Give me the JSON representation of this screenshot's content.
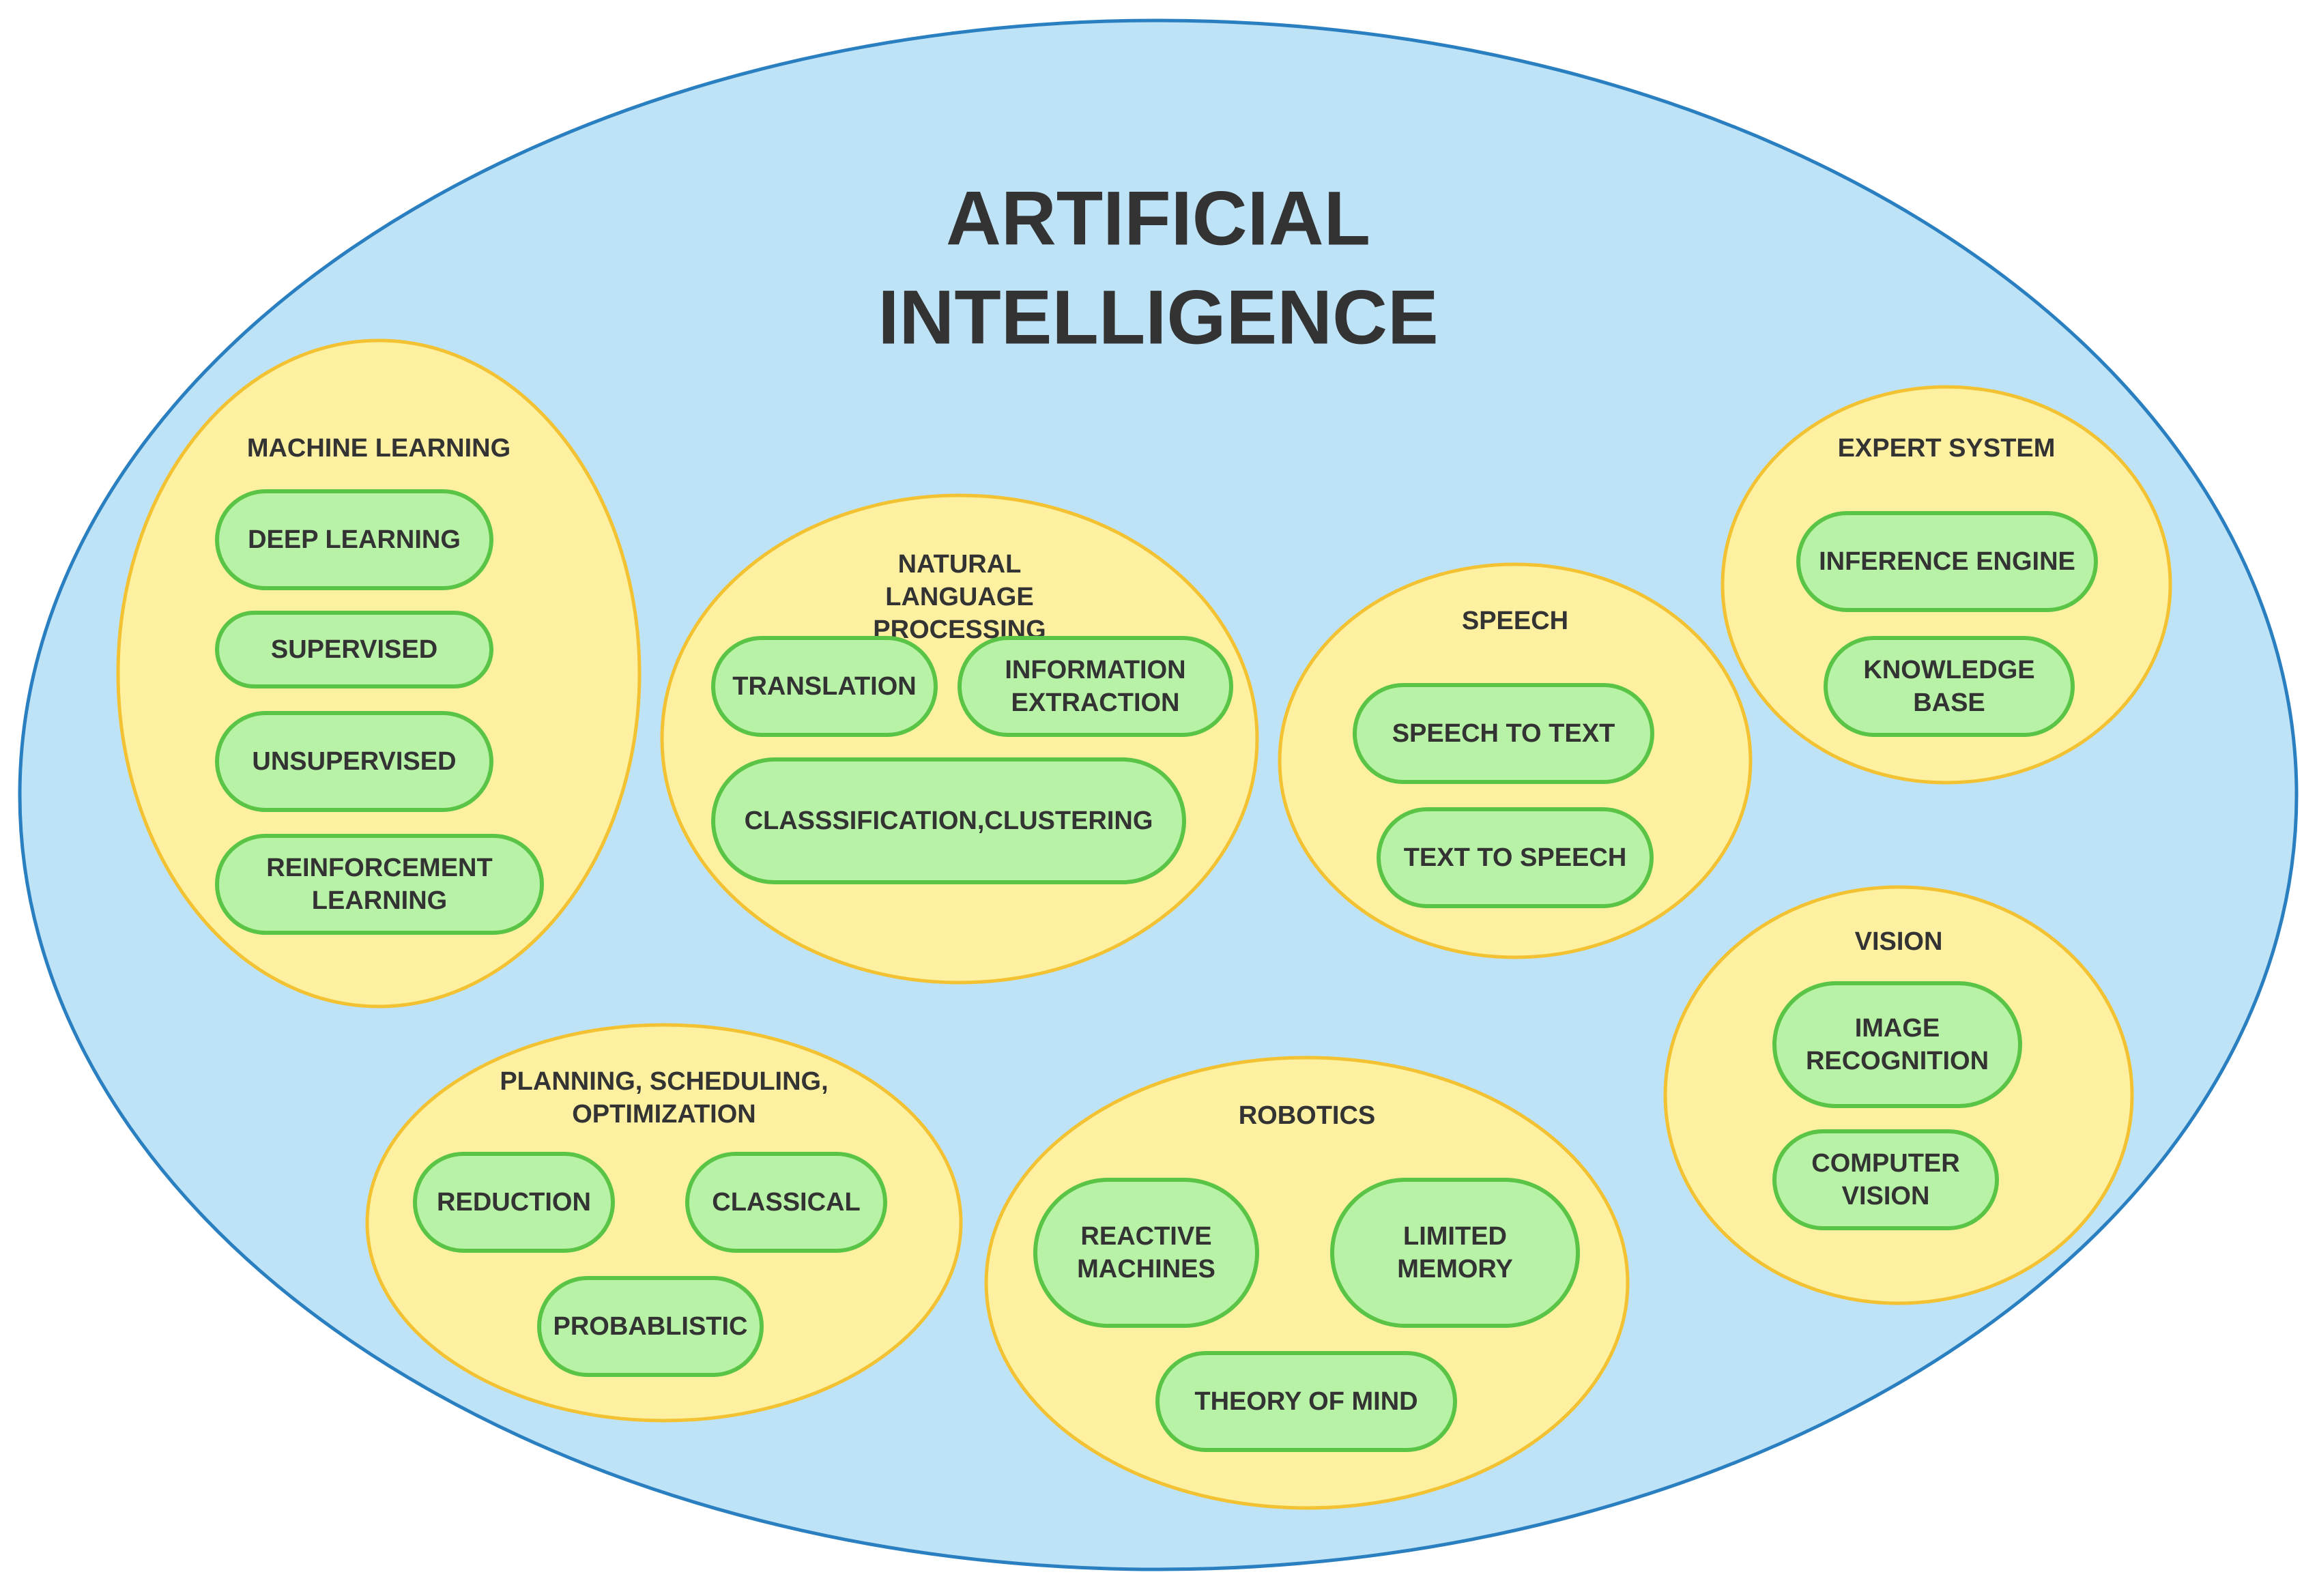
{
  "title_lines": [
    "ARTIFICIAL",
    "INTELLIGENCE"
  ],
  "colors": {
    "outer_fill": "#bfe3f6",
    "outer_stroke": "#2a7fc1",
    "group_fill": "#fdf1a1",
    "group_stroke": "#f3c232",
    "item_fill": "#b8f2a6",
    "item_stroke": "#59c445",
    "text": "#333333"
  },
  "groups": [
    {
      "title": [
        "MACHINE LEARNING"
      ],
      "items": [
        [
          "DEEP LEARNING"
        ],
        [
          "SUPERVISED"
        ],
        [
          "UNSUPERVISED"
        ],
        [
          "REINFORCEMENT",
          "LEARNING"
        ]
      ]
    },
    {
      "title": [
        "NATURAL",
        "LANGUAGE",
        "PROCESSING"
      ],
      "items": [
        [
          "TRANSLATION"
        ],
        [
          "INFORMATION",
          "EXTRACTION"
        ],
        [
          "CLASSSIFICATION,CLUSTERING"
        ]
      ]
    },
    {
      "title": [
        "SPEECH"
      ],
      "items": [
        [
          "SPEECH TO TEXT"
        ],
        [
          "TEXT TO SPEECH"
        ]
      ]
    },
    {
      "title": [
        "EXPERT SYSTEM"
      ],
      "items": [
        [
          "INFERENCE ENGINE"
        ],
        [
          "KNOWLEDGE",
          "BASE"
        ]
      ]
    },
    {
      "title": [
        "VISION"
      ],
      "items": [
        [
          "IMAGE",
          "RECOGNITION"
        ],
        [
          "COMPUTER",
          "VISION"
        ]
      ]
    },
    {
      "title": [
        "PLANNING, SCHEDULING,",
        "OPTIMIZATION"
      ],
      "items": [
        [
          "REDUCTION"
        ],
        [
          "CLASSICAL"
        ],
        [
          "PROBABLISTIC"
        ]
      ]
    },
    {
      "title": [
        "ROBOTICS"
      ],
      "items": [
        [
          "REACTIVE",
          "MACHINES"
        ],
        [
          "LIMITED",
          "MEMORY"
        ],
        [
          "THEORY OF MIND"
        ]
      ]
    }
  ]
}
